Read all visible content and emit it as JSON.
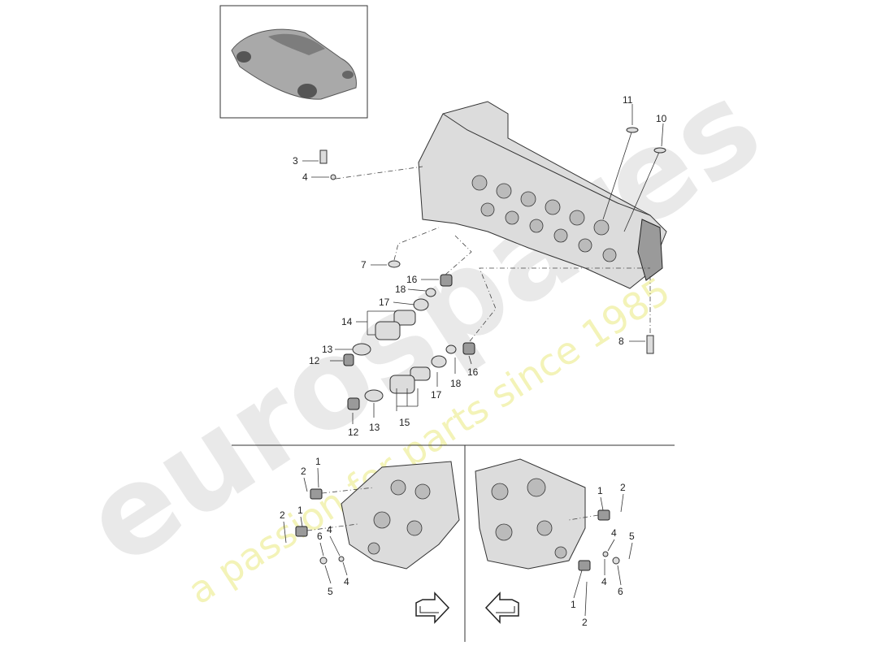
{
  "watermark": {
    "brand": "eurospares",
    "tagline": "a passion for parts since 1985"
  },
  "callouts": {
    "c1": "1",
    "c2": "2",
    "c3": "3",
    "c4": "4",
    "c5": "5",
    "c6": "6",
    "c7": "7",
    "c8": "8",
    "c10": "10",
    "c11": "11",
    "c12": "12",
    "c13": "13",
    "c14": "14",
    "c15": "15",
    "c16": "16",
    "c17": "17",
    "c18": "18"
  },
  "icons": {
    "car": "car-thumbnail-icon",
    "arrow_left": "direction-arrow-left-icon",
    "arrow_right": "direction-arrow-right-icon"
  }
}
